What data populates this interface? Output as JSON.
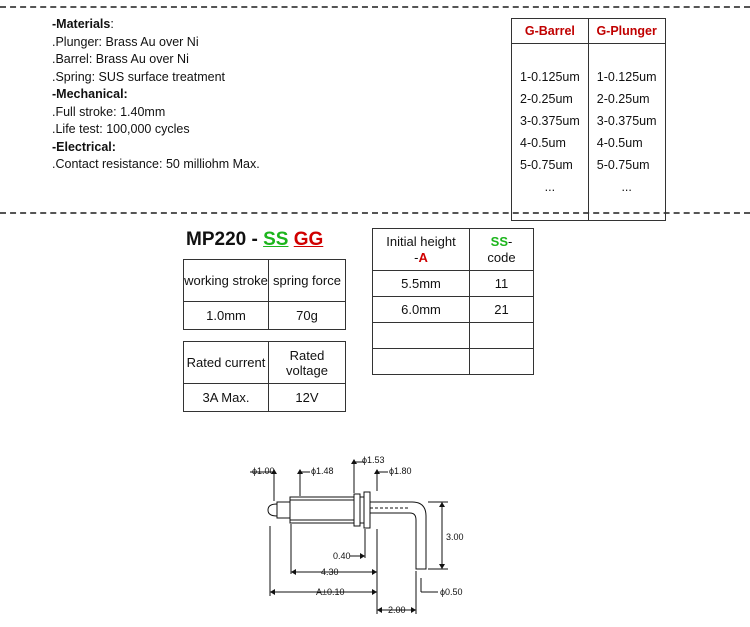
{
  "specs": [
    {
      "type": "head",
      "text": "-Materials",
      "suffix": ":"
    },
    {
      "type": "line",
      "text": ".Plunger: Brass Au over Ni"
    },
    {
      "type": "line",
      "text": ".Barrel: Brass Au over Ni"
    },
    {
      "type": "line",
      "text": ".Spring: SUS surface treatment"
    },
    {
      "type": "head",
      "text": "-Mechanical:",
      "suffix": ""
    },
    {
      "type": "line",
      "text": ".Full stroke: 1.40mm"
    },
    {
      "type": "line",
      "text": ".Life test: 100,000 cycles"
    },
    {
      "type": "head",
      "text": "-Electrical:",
      "suffix": ""
    },
    {
      "type": "line",
      "text": ".Contact resistance: 50 milliohm Max."
    }
  ],
  "plating": {
    "headers": [
      "G-Barrel",
      "G-Plunger"
    ],
    "rows": [
      [
        "1-0.125um",
        "1-0.125um"
      ],
      [
        "2-0.25um",
        "2-0.25um"
      ],
      [
        "3-0.375um",
        "3-0.375um"
      ],
      [
        "4-0.5um",
        "4-0.5um"
      ],
      [
        "5-0.75um",
        "5-0.75um"
      ],
      [
        "...",
        "..."
      ]
    ]
  },
  "model": {
    "prefix": "MP220 - ",
    "ss": "SS",
    "space": " ",
    "gg": "GG"
  },
  "stroke_table": {
    "h1": "working stroke",
    "h2": "spring force",
    "v1": "1.0mm",
    "v2": "70g"
  },
  "rated_table": {
    "h1": "Rated current",
    "h2": "Rated voltage",
    "v1": "3A Max.",
    "v2": "12V"
  },
  "height_table": {
    "h1a": "Initial height",
    "h1b": "-",
    "h1c": "A",
    "h2a": "SS",
    "h2b": "-",
    "h2c": "code",
    "rows": [
      [
        "5.5mm",
        "11"
      ],
      [
        "6.0mm",
        "21"
      ],
      [
        "",
        ""
      ],
      [
        "",
        ""
      ]
    ]
  },
  "drawing": {
    "d100": "ϕ1.00",
    "d148": "ϕ1.48",
    "d153": "ϕ1.53",
    "d180": "ϕ1.80",
    "d040": "0.40",
    "d430": "4.30",
    "dA": "A±0.10",
    "d200": "2.00",
    "d300": "3.00",
    "d050": "ϕ0.50"
  }
}
